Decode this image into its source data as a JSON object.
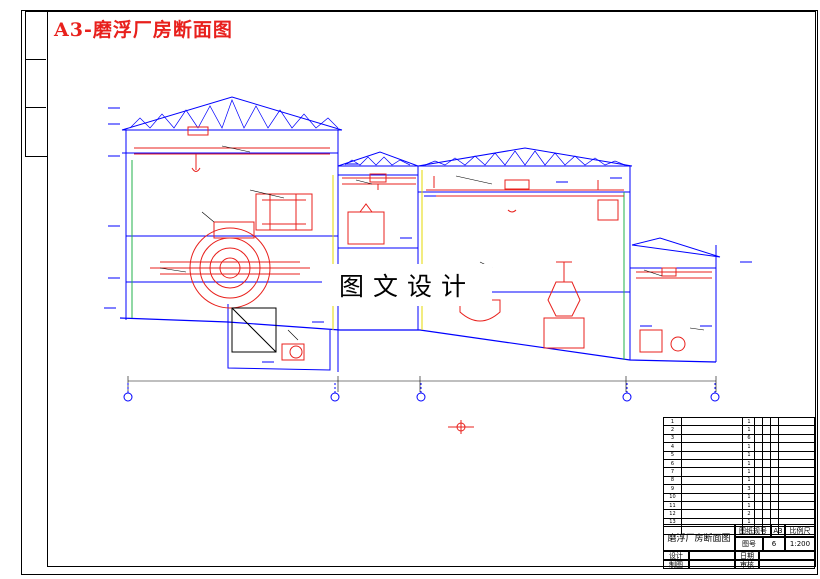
{
  "title": "A3-磨浮厂房断面图",
  "watermark": "图文设计",
  "sidebar": [
    "",
    "",
    ""
  ],
  "title_block": {
    "drawing_name": "磨浮厂房断面图",
    "drawing_no_label": "图纸规号",
    "size": "A3",
    "scale_label": "比例尺",
    "sheet_label": "图号",
    "sheet_no": "6",
    "scale": "1:200",
    "designed_label": "设计",
    "drawn_label": "制图",
    "date_label": "日期",
    "review_label": "审核",
    "parts": [
      {
        "no": "1",
        "name": "",
        "qty": "1",
        "note": ""
      },
      {
        "no": "2",
        "name": "",
        "qty": "1",
        "note": ""
      },
      {
        "no": "3",
        "name": "",
        "qty": "6",
        "note": ""
      },
      {
        "no": "4",
        "name": "",
        "qty": "1",
        "note": ""
      },
      {
        "no": "5",
        "name": "",
        "qty": "1",
        "note": ""
      },
      {
        "no": "6",
        "name": "",
        "qty": "1",
        "note": ""
      },
      {
        "no": "7",
        "name": "",
        "qty": "1",
        "note": ""
      },
      {
        "no": "8",
        "name": "",
        "qty": "1",
        "note": ""
      },
      {
        "no": "9",
        "name": "",
        "qty": "3",
        "note": ""
      },
      {
        "no": "10",
        "name": "",
        "qty": "1",
        "note": ""
      },
      {
        "no": "11",
        "name": "",
        "qty": "1",
        "note": ""
      },
      {
        "no": "12",
        "name": "",
        "qty": "2",
        "note": ""
      },
      {
        "no": "13",
        "name": "",
        "qty": "1",
        "note": ""
      },
      {
        "no": "",
        "name": "",
        "qty": "",
        "note": ""
      }
    ]
  },
  "colors": {
    "structure": "#0000ff",
    "equipment": "#e8201c",
    "column_green": "#22b04b",
    "column_yellow": "#e6d800",
    "label": "#000000"
  }
}
